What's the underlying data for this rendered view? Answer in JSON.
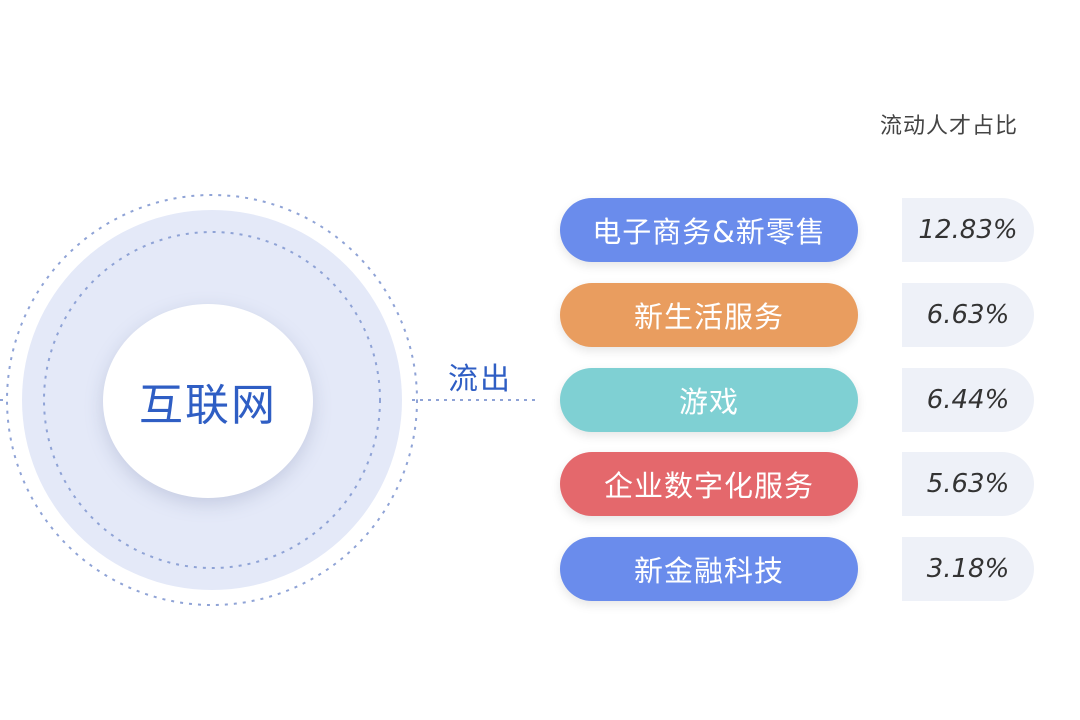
{
  "header": {
    "share_label": "流动人才占比"
  },
  "hub": {
    "title": "互联网"
  },
  "flow": {
    "label": "流出"
  },
  "rows": [
    {
      "label": "电子商务&新零售",
      "value": "12.83%",
      "color": "#6a8cec"
    },
    {
      "label": "新生活服务",
      "value": "6.63%",
      "color": "#e99d5f"
    },
    {
      "label": "游戏",
      "value": "6.44%",
      "color": "#7fd0d3"
    },
    {
      "label": "企业数字化服务",
      "value": "5.63%",
      "color": "#e4686c"
    },
    {
      "label": "新金融科技",
      "value": "3.18%",
      "color": "#6a8cec"
    }
  ]
}
